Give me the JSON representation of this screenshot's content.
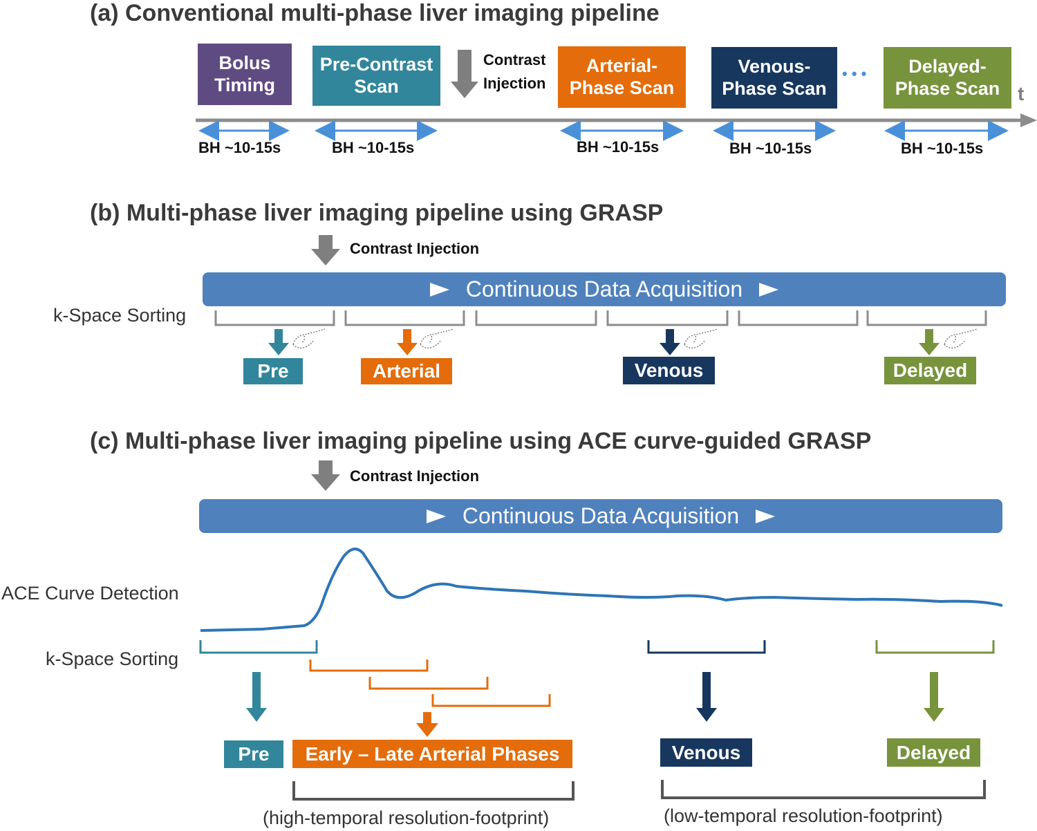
{
  "colors": {
    "bolus": "#5e4b82",
    "pre": "#31869b",
    "arterial": "#e46c0a",
    "venous": "#17375e",
    "delayed": "#77933c",
    "acquisition": "#4f81bd",
    "timeline": "#8c8c8c",
    "bh_arrow": "#4a90d9",
    "curve": "#2e75b6"
  },
  "panel_a": {
    "title": "(a) Conventional multi-phase liver imaging pipeline",
    "boxes": [
      {
        "line1": "Bolus",
        "line2": "Timing"
      },
      {
        "line1": "Pre-Contrast",
        "line2": "Scan"
      },
      {
        "line1": "Arterial-",
        "line2": "Phase Scan"
      },
      {
        "line1": "Venous-",
        "line2": "Phase Scan"
      },
      {
        "line1": "Delayed-",
        "line2": "Phase Scan"
      }
    ],
    "contrast_line1": "Contrast",
    "contrast_line2": "Injection",
    "time_label": "t",
    "ellipsis": "• • •",
    "bh_label": "BH ~10-15s"
  },
  "panel_b": {
    "title": "(b) Multi-phase liver imaging pipeline using GRASP",
    "contrast": "Contrast Injection",
    "acquisition": "Continuous Data Acquisition",
    "sorting_label": "k-Space Sorting",
    "phases": [
      "Pre",
      "Arterial",
      "Venous",
      "Delayed"
    ]
  },
  "panel_c": {
    "title": "(c) Multi-phase liver imaging pipeline using ACE curve-guided GRASP",
    "contrast": "Contrast Injection",
    "acquisition": "Continuous Data Acquisition",
    "curve_label": "ACE Curve Detection",
    "sorting_label": "k-Space Sorting",
    "phases": [
      "Pre",
      "Early – Late Arterial Phases",
      "Venous",
      "Delayed"
    ],
    "footprint_high": "(high-temporal resolution-footprint)",
    "footprint_low": "(low-temporal resolution-footprint)"
  }
}
